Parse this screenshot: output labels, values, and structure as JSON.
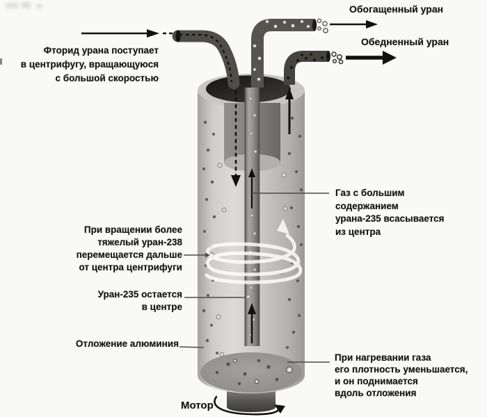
{
  "diagram": {
    "subject": "gas-centrifuge-uranium-enrichment",
    "labels": {
      "feed": {
        "text": "Фторид урана поступает\nв центрифугу, вращающуюся\nс большой скоростью"
      },
      "enriched": {
        "text": "Обогащенный уран"
      },
      "depleted": {
        "text": "Обедненный уран"
      },
      "gas_center": {
        "text": "Газ с большим\nсодержанием\nурана-235 всасывается\nиз центра"
      },
      "u238": {
        "text": "При вращении более\nтяжелый уран-238\nперемещается дальше\nот центра центрифуги"
      },
      "u235": {
        "text": "Уран-235 остается\nв центре"
      },
      "aluminum": {
        "text": "Отложение алюминия"
      },
      "heating": {
        "text": "При нагревании газа\nего плотность уменьшается,\nи он поднимается\nвдоль отложения"
      },
      "motor": {
        "text": "Мотор"
      }
    },
    "colors": {
      "background": "#f9f9f7",
      "cylinder_light": "#d7d6d2",
      "cylinder_dark": "#a19f9b",
      "rotor_opening": "#1b1b19",
      "inner_rotor": "#7d7c78",
      "pipe_dark": "#4a4944",
      "arrow_black": "#111111",
      "spiral_white": "#ffffff",
      "text": "#141414"
    }
  }
}
